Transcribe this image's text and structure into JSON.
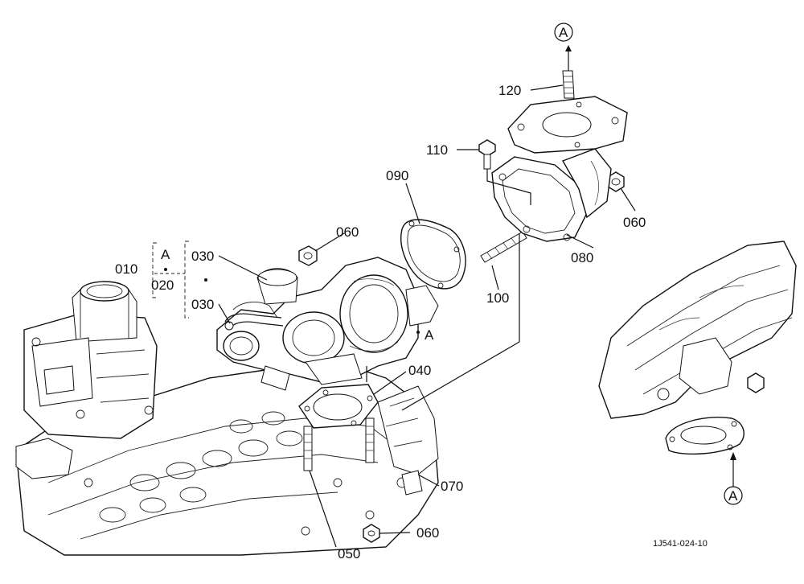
{
  "diagram": {
    "drawing_code": "1J541-024-10",
    "ref_marker": "A",
    "callouts": {
      "p010": "010",
      "p020": "020",
      "p030a": "030",
      "p030b": "030",
      "p040": "040",
      "p050": "050",
      "p060a": "060",
      "p060b": "060",
      "p060c": "060",
      "p070": "070",
      "p080": "080",
      "p090": "090",
      "p100": "100",
      "p110": "110",
      "p120": "120"
    },
    "bracket_label": "A",
    "turbo_label": "A"
  }
}
